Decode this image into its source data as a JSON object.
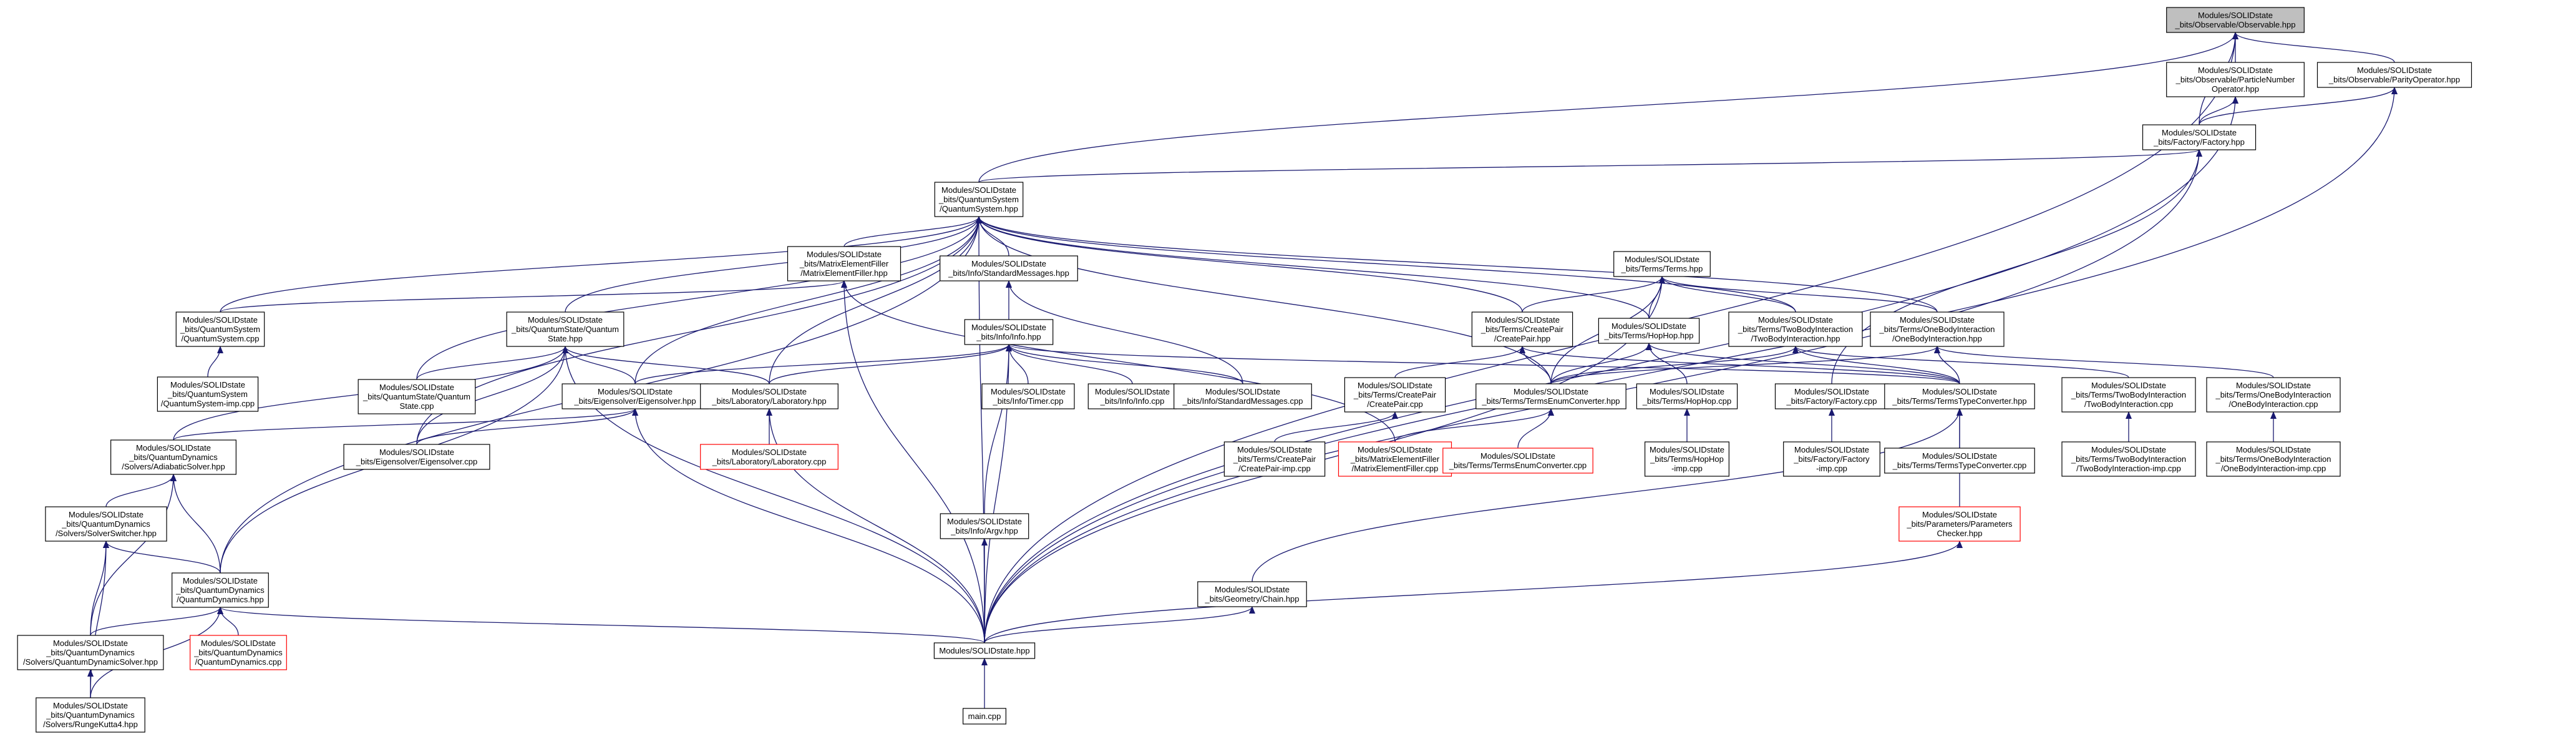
{
  "nodes": [
    {
      "id": "observable",
      "lines": [
        "Modules/SOLIDstate",
        "_bits/Observable/Observable.hpp"
      ],
      "root": true
    },
    {
      "id": "particle",
      "lines": [
        "Modules/SOLIDstate",
        "_bits/Observable/ParticleNumber",
        "Operator.hpp"
      ]
    },
    {
      "id": "parity",
      "lines": [
        "Modules/SOLIDstate",
        "_bits/Observable/ParityOperator.hpp"
      ]
    },
    {
      "id": "factory_hpp",
      "lines": [
        "Modules/SOLIDstate",
        "_bits/Factory/Factory.hpp"
      ]
    },
    {
      "id": "quantumsystem",
      "lines": [
        "Modules/SOLIDstate",
        "_bits/QuantumSystem",
        "/QuantumSystem.hpp"
      ]
    },
    {
      "id": "terms",
      "lines": [
        "Modules/SOLIDstate",
        "_bits/Terms/Terms.hpp"
      ]
    },
    {
      "id": "mef_hpp",
      "lines": [
        "Modules/SOLIDstate",
        "_bits/MatrixElementFiller",
        "/MatrixElementFiller.hpp"
      ]
    },
    {
      "id": "stdmsg_hpp",
      "lines": [
        "Modules/SOLIDstate",
        "_bits/Info/StandardMessages.hpp"
      ]
    },
    {
      "id": "qs_cpp",
      "lines": [
        "Modules/SOLIDstate",
        "_bits/QuantumSystem",
        "/QuantumSystem.cpp"
      ]
    },
    {
      "id": "qstate",
      "lines": [
        "Modules/SOLIDstate",
        "_bits/QuantumState/Quantum",
        "State.hpp"
      ]
    },
    {
      "id": "info_hpp",
      "lines": [
        "Modules/SOLIDstate",
        "_bits/Info/Info.hpp"
      ]
    },
    {
      "id": "createpair_hpp",
      "lines": [
        "Modules/SOLIDstate",
        "_bits/Terms/CreatePair",
        "/CreatePair.hpp"
      ]
    },
    {
      "id": "hophop_hpp",
      "lines": [
        "Modules/SOLIDstate",
        "_bits/Terms/HopHop.hpp"
      ]
    },
    {
      "id": "twobody_hpp",
      "lines": [
        "Modules/SOLIDstate",
        "_bits/Terms/TwoBodyInteraction",
        "/TwoBodyInteraction.hpp"
      ]
    },
    {
      "id": "onebody_hpp",
      "lines": [
        "Modules/SOLIDstate",
        "_bits/Terms/OneBodyInteraction",
        "/OneBodyInteraction.hpp"
      ]
    },
    {
      "id": "qs_imp",
      "lines": [
        "Modules/SOLIDstate",
        "_bits/QuantumSystem",
        "/QuantumSystem-imp.cpp"
      ]
    },
    {
      "id": "qstate_cpp",
      "lines": [
        "Modules/SOLIDstate",
        "_bits/QuantumState/Quantum",
        "State.cpp"
      ]
    },
    {
      "id": "eigen_hpp",
      "lines": [
        "Modules/SOLIDstate",
        "_bits/Eigensolver/Eigensolver.hpp"
      ]
    },
    {
      "id": "lab_hpp",
      "lines": [
        "Modules/SOLIDstate",
        "_bits/Laboratory/Laboratory.hpp"
      ]
    },
    {
      "id": "timer_cpp",
      "lines": [
        "Modules/SOLIDstate",
        "_bits/Info/Timer.cpp"
      ]
    },
    {
      "id": "info_cpp",
      "lines": [
        "Modules/SOLIDstate",
        "_bits/Info/Info.cpp"
      ]
    },
    {
      "id": "stdmsg_cpp",
      "lines": [
        "Modules/SOLIDstate",
        "_bits/Info/StandardMessages.cpp"
      ]
    },
    {
      "id": "createpair_cpp",
      "lines": [
        "Modules/SOLIDstate",
        "_bits/Terms/CreatePair",
        "/CreatePair.cpp"
      ]
    },
    {
      "id": "enumconv_hpp",
      "lines": [
        "Modules/SOLIDstate",
        "_bits/Terms/TermsEnumConverter.hpp"
      ]
    },
    {
      "id": "hophop_cpp",
      "lines": [
        "Modules/SOLIDstate",
        "_bits/Terms/HopHop.cpp"
      ]
    },
    {
      "id": "factory_cpp",
      "lines": [
        "Modules/SOLIDstate",
        "_bits/Factory/Factory.cpp"
      ]
    },
    {
      "id": "typeconv_hpp",
      "lines": [
        "Modules/SOLIDstate",
        "_bits/Terms/TermsTypeConverter.hpp"
      ]
    },
    {
      "id": "twobody_cpp",
      "lines": [
        "Modules/SOLIDstate",
        "_bits/Terms/TwoBodyInteraction",
        "/TwoBodyInteraction.cpp"
      ]
    },
    {
      "id": "onebody_cpp",
      "lines": [
        "Modules/SOLIDstate",
        "_bits/Terms/OneBodyInteraction",
        "/OneBodyInteraction.cpp"
      ]
    },
    {
      "id": "adiabatic",
      "lines": [
        "Modules/SOLIDstate",
        "_bits/QuantumDynamics",
        "/Solvers/AdiabaticSolver.hpp"
      ]
    },
    {
      "id": "eigen_cpp",
      "lines": [
        "Modules/SOLIDstate",
        "_bits/Eigensolver/Eigensolver.cpp"
      ]
    },
    {
      "id": "lab_cpp",
      "lines": [
        "Modules/SOLIDstate",
        "_bits/Laboratory/Laboratory.cpp"
      ],
      "red": true
    },
    {
      "id": "createpair_imp",
      "lines": [
        "Modules/SOLIDstate",
        "_bits/Terms/CreatePair",
        "/CreatePair-imp.cpp"
      ]
    },
    {
      "id": "mef_cpp",
      "lines": [
        "Modules/SOLIDstate",
        "_bits/MatrixElementFiller",
        "/MatrixElementFiller.cpp"
      ],
      "red": true
    },
    {
      "id": "enumconv_cpp",
      "lines": [
        "Modules/SOLIDstate",
        "_bits/Terms/TermsEnumConverter.cpp"
      ],
      "red": true
    },
    {
      "id": "hophop_imp",
      "lines": [
        "Modules/SOLIDstate",
        "_bits/Terms/HopHop",
        "-imp.cpp"
      ]
    },
    {
      "id": "factory_imp",
      "lines": [
        "Modules/SOLIDstate",
        "_bits/Factory/Factory",
        "-imp.cpp"
      ]
    },
    {
      "id": "typeconv_cpp",
      "lines": [
        "Modules/SOLIDstate",
        "_bits/Terms/TermsTypeConverter.cpp"
      ]
    },
    {
      "id": "twobody_imp",
      "lines": [
        "Modules/SOLIDstate",
        "_bits/Terms/TwoBodyInteraction",
        "/TwoBodyInteraction-imp.cpp"
      ]
    },
    {
      "id": "onebody_imp",
      "lines": [
        "Modules/SOLIDstate",
        "_bits/Terms/OneBodyInteraction",
        "/OneBodyInteraction-imp.cpp"
      ]
    },
    {
      "id": "switcher",
      "lines": [
        "Modules/SOLIDstate",
        "_bits/QuantumDynamics",
        "/Solvers/SolverSwitcher.hpp"
      ]
    },
    {
      "id": "argv",
      "lines": [
        "Modules/SOLIDstate",
        "_bits/Info/Argv.hpp"
      ]
    },
    {
      "id": "params",
      "lines": [
        "Modules/SOLIDstate",
        "_bits/Parameters/Parameters",
        "Checker.hpp"
      ],
      "red": true
    },
    {
      "id": "qdyn_hpp",
      "lines": [
        "Modules/SOLIDstate",
        "_bits/QuantumDynamics",
        "/QuantumDynamics.hpp"
      ]
    },
    {
      "id": "chain",
      "lines": [
        "Modules/SOLIDstate",
        "_bits/Geometry/Chain.hpp"
      ]
    },
    {
      "id": "qdsolver",
      "lines": [
        "Modules/SOLIDstate",
        "_bits/QuantumDynamics",
        "/Solvers/QuantumDynamicSolver.hpp"
      ]
    },
    {
      "id": "qdyn_cpp",
      "lines": [
        "Modules/SOLIDstate",
        "_bits/QuantumDynamics",
        "/QuantumDynamics.cpp"
      ],
      "red": true
    },
    {
      "id": "solidstate",
      "lines": [
        "Modules/SOLIDstate.hpp"
      ]
    },
    {
      "id": "rk4",
      "lines": [
        "Modules/SOLIDstate",
        "_bits/QuantumDynamics",
        "/Solvers/RungeKutta4.hpp"
      ]
    },
    {
      "id": "main",
      "lines": [
        "main.cpp"
      ]
    }
  ],
  "edges": [
    [
      "particle",
      "observable"
    ],
    [
      "parity",
      "observable"
    ],
    [
      "factory_hpp",
      "observable"
    ],
    [
      "quantumsystem",
      "observable"
    ],
    [
      "solidstate",
      "observable"
    ],
    [
      "factory_hpp",
      "particle"
    ],
    [
      "solidstate",
      "particle"
    ],
    [
      "factory_hpp",
      "parity"
    ],
    [
      "solidstate",
      "parity"
    ],
    [
      "quantumsystem",
      "factory_hpp"
    ],
    [
      "factory_cpp",
      "factory_hpp"
    ],
    [
      "solidstate",
      "factory_hpp"
    ],
    [
      "mef_hpp",
      "quantumsystem"
    ],
    [
      "stdmsg_hpp",
      "quantumsystem"
    ],
    [
      "qs_cpp",
      "quantumsystem"
    ],
    [
      "qstate",
      "quantumsystem"
    ],
    [
      "qstate_cpp",
      "quantumsystem"
    ],
    [
      "eigen_hpp",
      "quantumsystem"
    ],
    [
      "eigen_cpp",
      "quantumsystem"
    ],
    [
      "lab_hpp",
      "quantumsystem"
    ],
    [
      "createpair_hpp",
      "quantumsystem"
    ],
    [
      "hophop_hpp",
      "quantumsystem"
    ],
    [
      "twobody_hpp",
      "quantumsystem"
    ],
    [
      "onebody_hpp",
      "quantumsystem"
    ],
    [
      "enumconv_hpp",
      "quantumsystem"
    ],
    [
      "qdyn_hpp",
      "quantumsystem"
    ],
    [
      "solidstate",
      "quantumsystem"
    ],
    [
      "createpair_hpp",
      "terms"
    ],
    [
      "hophop_hpp",
      "terms"
    ],
    [
      "twobody_hpp",
      "terms"
    ],
    [
      "onebody_hpp",
      "terms"
    ],
    [
      "enumconv_hpp",
      "terms"
    ],
    [
      "solidstate",
      "terms"
    ],
    [
      "qs_cpp",
      "mef_hpp"
    ],
    [
      "mef_cpp",
      "mef_hpp"
    ],
    [
      "solidstate",
      "mef_hpp"
    ],
    [
      "info_hpp",
      "stdmsg_hpp"
    ],
    [
      "stdmsg_cpp",
      "stdmsg_hpp"
    ],
    [
      "qs_imp",
      "qs_cpp"
    ],
    [
      "qstate_cpp",
      "qstate"
    ],
    [
      "eigen_hpp",
      "qstate"
    ],
    [
      "eigen_cpp",
      "qstate"
    ],
    [
      "lab_hpp",
      "qstate"
    ],
    [
      "adiabatic",
      "qstate"
    ],
    [
      "qdyn_hpp",
      "qstate"
    ],
    [
      "solidstate",
      "qstate"
    ],
    [
      "eigen_hpp",
      "info_hpp"
    ],
    [
      "lab_hpp",
      "info_hpp"
    ],
    [
      "timer_cpp",
      "info_hpp"
    ],
    [
      "info_cpp",
      "info_hpp"
    ],
    [
      "stdmsg_cpp",
      "info_hpp"
    ],
    [
      "argv",
      "info_hpp"
    ],
    [
      "typeconv_hpp",
      "info_hpp"
    ],
    [
      "solidstate",
      "info_hpp"
    ],
    [
      "createpair_cpp",
      "createpair_hpp"
    ],
    [
      "enumconv_hpp",
      "createpair_hpp"
    ],
    [
      "typeconv_hpp",
      "createpair_hpp"
    ],
    [
      "hophop_cpp",
      "hophop_hpp"
    ],
    [
      "enumconv_hpp",
      "hophop_hpp"
    ],
    [
      "typeconv_hpp",
      "hophop_hpp"
    ],
    [
      "twobody_cpp",
      "twobody_hpp"
    ],
    [
      "enumconv_hpp",
      "twobody_hpp"
    ],
    [
      "typeconv_hpp",
      "twobody_hpp"
    ],
    [
      "onebody_cpp",
      "onebody_hpp"
    ],
    [
      "enumconv_hpp",
      "onebody_hpp"
    ],
    [
      "typeconv_hpp",
      "onebody_hpp"
    ],
    [
      "adiabatic",
      "eigen_hpp"
    ],
    [
      "eigen_cpp",
      "eigen_hpp"
    ],
    [
      "solidstate",
      "eigen_hpp"
    ],
    [
      "lab_cpp",
      "lab_hpp"
    ],
    [
      "solidstate",
      "lab_hpp"
    ],
    [
      "createpair_imp",
      "createpair_cpp"
    ],
    [
      "mef_cpp",
      "enumconv_hpp"
    ],
    [
      "enumconv_cpp",
      "enumconv_hpp"
    ],
    [
      "hophop_imp",
      "hophop_cpp"
    ],
    [
      "factory_imp",
      "factory_cpp"
    ],
    [
      "typeconv_cpp",
      "typeconv_hpp"
    ],
    [
      "params",
      "typeconv_hpp"
    ],
    [
      "chain",
      "typeconv_hpp"
    ],
    [
      "twobody_imp",
      "twobody_cpp"
    ],
    [
      "onebody_imp",
      "onebody_cpp"
    ],
    [
      "switcher",
      "adiabatic"
    ],
    [
      "qdsolver",
      "adiabatic"
    ],
    [
      "qdyn_hpp",
      "adiabatic"
    ],
    [
      "qdsolver",
      "switcher"
    ],
    [
      "qdyn_hpp",
      "switcher"
    ],
    [
      "rk4",
      "switcher"
    ],
    [
      "solidstate",
      "argv"
    ],
    [
      "solidstate",
      "params"
    ],
    [
      "qdsolver",
      "qdyn_hpp"
    ],
    [
      "qdyn_cpp",
      "qdyn_hpp"
    ],
    [
      "rk4",
      "qdyn_hpp"
    ],
    [
      "solidstate",
      "qdyn_hpp"
    ],
    [
      "solidstate",
      "chain"
    ],
    [
      "rk4",
      "qdsolver"
    ],
    [
      "main",
      "solidstate"
    ]
  ]
}
